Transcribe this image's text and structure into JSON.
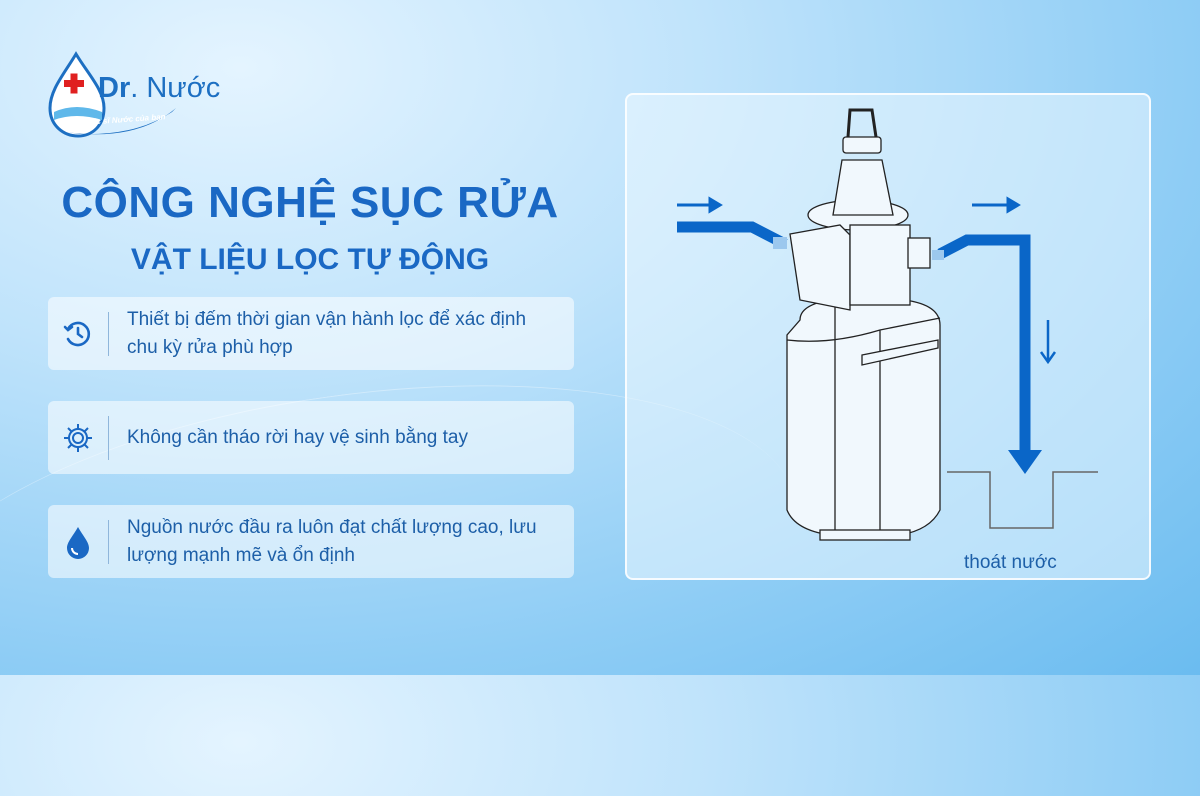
{
  "brand": {
    "name_bold": "Dr",
    "name_rest": ". Nước",
    "tagline": "Bác sĩ Nước của bạn"
  },
  "title": {
    "line1": "CÔNG NGHỆ SỤC RỬA",
    "line2": "VẬT LIỆU LỌC TỰ ĐỘNG"
  },
  "features": [
    {
      "icon": "timer-icon",
      "text": "Thiết bị đếm thời gian vận hành lọc để xác định chu kỳ rửa phù hợp"
    },
    {
      "icon": "gear-icon",
      "text": "Không cần tháo rời hay vệ sinh bằng tay"
    },
    {
      "icon": "water-drop-icon",
      "text": "Nguồn nước đầu ra luôn đạt chất lượng cao, lưu lượng mạnh mẽ và ổn định"
    }
  ],
  "diagram": {
    "drain_label": "thoát nước"
  },
  "colors": {
    "accent": "#1a68c4",
    "pipe": "#0a66c8",
    "bg": "#bfe3fb"
  }
}
